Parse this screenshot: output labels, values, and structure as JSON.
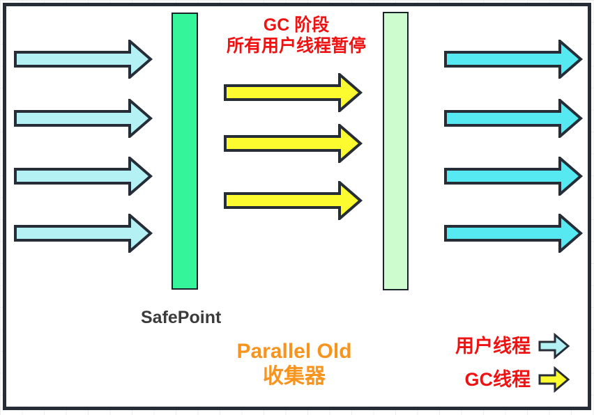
{
  "phase_note": {
    "line1": "GC 阶段",
    "line2": "所有用户线程暂停"
  },
  "safepoint_label": "SafePoint",
  "collector_title": {
    "line1": "Parallel Old",
    "line2": "收集器"
  },
  "legend": {
    "user_thread_label": "用户线程",
    "gc_thread_label": "GC线程"
  },
  "threads": {
    "user_threads_before_pause": 4,
    "gc_threads": 3,
    "user_threads_after_resume": 4
  },
  "colors": {
    "user_thread_light": "#b3f1f5",
    "user_thread_bright": "#57e9f1",
    "gc_thread": "#fbfb30",
    "safepoint_bar": "#35f59b",
    "gc_end_bar": "#cdfdce",
    "outline": "#262d37",
    "bar_outline": "#1c222a",
    "note_red": "#ef1212",
    "title_orange": "#f7941e",
    "safepoint_text": "#3b3b3b",
    "canvas_grid": "#ececec"
  }
}
